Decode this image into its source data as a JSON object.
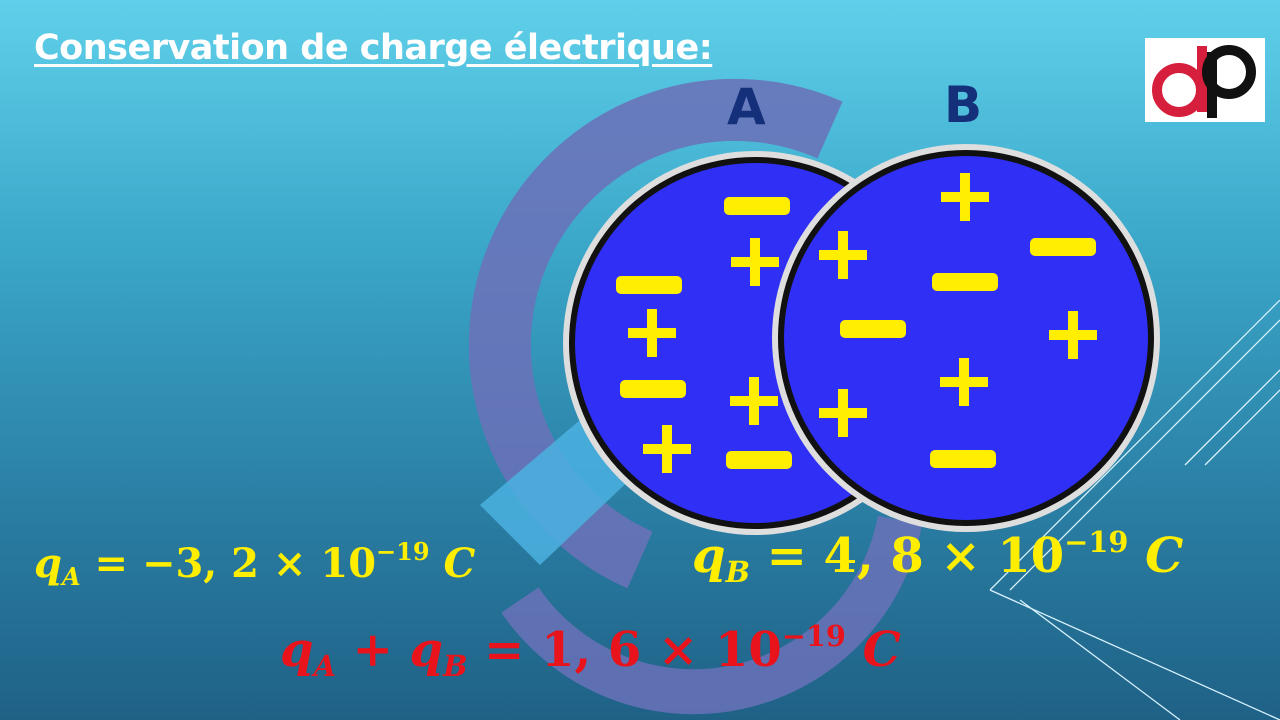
{
  "slide": {
    "title": "Conservation de charge électrique:",
    "logo_text": "dp",
    "label_a": "A",
    "label_b": "B",
    "sphere_a_symbols": [
      "−",
      "+",
      "−",
      "+",
      "−",
      "+",
      "+",
      "−"
    ],
    "sphere_b_symbols": [
      "+",
      "+",
      "−",
      "−",
      "−",
      "+",
      "+",
      "+",
      "−"
    ]
  },
  "equations": {
    "a": {
      "q": "q",
      "sub": "A",
      "rel": " = −3, 2 × 10",
      "exp": "−19",
      "unit": " C"
    },
    "b": {
      "q": "q",
      "sub": "B",
      "rel": " = 4, 8 × 10",
      "exp": "−19",
      "unit": " C"
    },
    "sum": {
      "q1": "q",
      "sub1": "A",
      "plus": " + ",
      "q2": "q",
      "sub2": "B",
      "rel": " = 1, 6 × 10",
      "exp": "−19",
      "unit": " C"
    }
  },
  "colors": {
    "sphere_fill": "#2f2ff5",
    "charge_symbol": "#ffee00",
    "label": "#14307a",
    "sum_equation": "#e8131b",
    "ring": "#6a72b8"
  }
}
